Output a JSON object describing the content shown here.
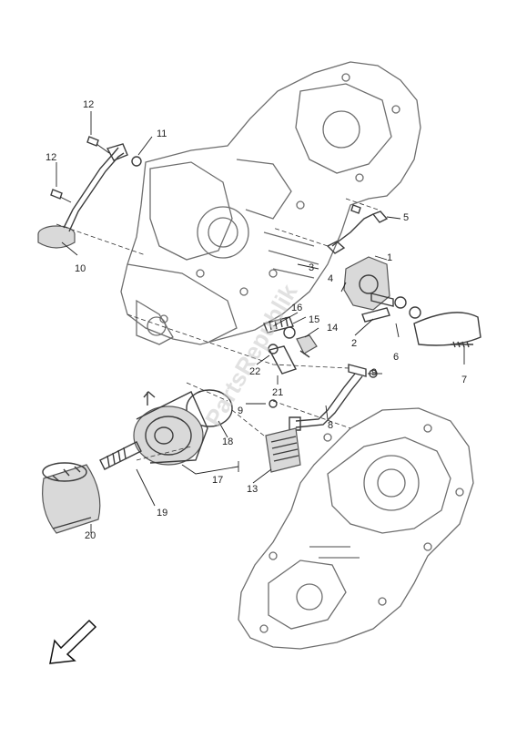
{
  "callouts": [
    "1",
    "2",
    "3",
    "4",
    "5",
    "6",
    "7",
    "8",
    "9",
    "9",
    "10",
    "11",
    "12",
    "12",
    "13",
    "14",
    "15",
    "16",
    "17",
    "18",
    "19",
    "20",
    "21",
    "22"
  ],
  "watermark": "PartsRepublik",
  "icons": {
    "direction": "front-arrow-icon"
  }
}
